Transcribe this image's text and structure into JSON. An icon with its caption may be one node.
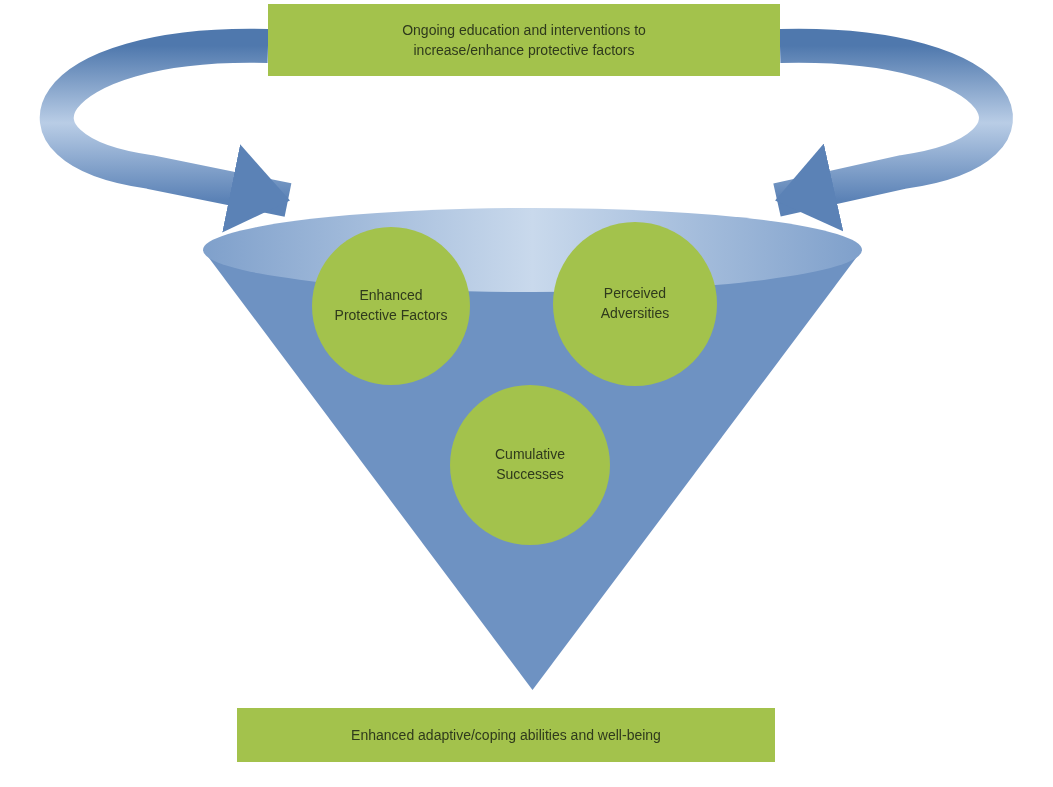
{
  "diagram": {
    "nodes": [
      {
        "text": [
          "Ongoing education and interventions to increase/enhance protective factors"
        ]
      },
      {
        "text": [],
        "shape": "funnel"
      },
      {
        "text": [
          "Enhanced Protective Factors"
        ],
        "in": 1
      },
      {
        "text": [
          "Perceived Adversities"
        ],
        "in": 1
      },
      {
        "text": [
          "Cumulative Successes"
        ],
        "in": 1
      },
      {
        "text": [
          "Enhanced adaptive/coping abilities and well-being"
        ]
      }
    ],
    "edges": [
      {
        "from": 0,
        "to": 1,
        "arrow": "to",
        "style": "thick"
      },
      {
        "from": 0,
        "to": 1,
        "arrow": "to",
        "style": "thick"
      }
    ]
  }
}
